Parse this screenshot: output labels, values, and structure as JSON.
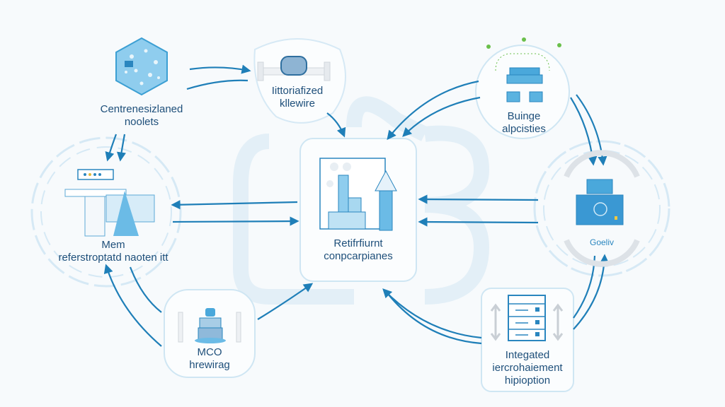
{
  "diagram": {
    "colors": {
      "background": "#f7fafc",
      "arrow": "#1f7fb8",
      "label_text": "#1e4f7a",
      "node_outline": "#cfe6f3",
      "icon_fill": "#5bb3e0",
      "icon_dark": "#2a86bf",
      "icon_gray": "#d9dde2",
      "accent_green": "#6abf4b"
    },
    "center": {
      "label_line1": "Retifrfiurnt",
      "label_line2": "conpcarpianes",
      "icon": "chart-building-icon"
    },
    "nodes": [
      {
        "id": "top-left",
        "label_line1": "Centrenesizlaned",
        "label_line2": "noolets",
        "icon": "hexagon-network-icon"
      },
      {
        "id": "top-center",
        "label_line1": "Iittoriafized",
        "label_line2": "kllewire",
        "icon": "pipe-valve-icon"
      },
      {
        "id": "top-right",
        "label_line1": "Buinge",
        "label_line2": "alpcisties",
        "icon": "seating-icon"
      },
      {
        "id": "left",
        "label_line1": "Mem",
        "label_line2": "referstroptatd naoten itt",
        "icon": "server-stack-icon"
      },
      {
        "id": "right",
        "label_line1": "Goeliv",
        "label_line2": "",
        "icon": "dashboard-cycle-icon"
      },
      {
        "id": "bottom-left",
        "label_line1": "MCO",
        "label_line2": "hrewirag",
        "icon": "layered-stack-icon"
      },
      {
        "id": "bottom-right",
        "label_line1": "Integated",
        "label_line2": "iercrohaiement",
        "label_line3": "hipioption",
        "icon": "server-rack-icon"
      }
    ]
  }
}
